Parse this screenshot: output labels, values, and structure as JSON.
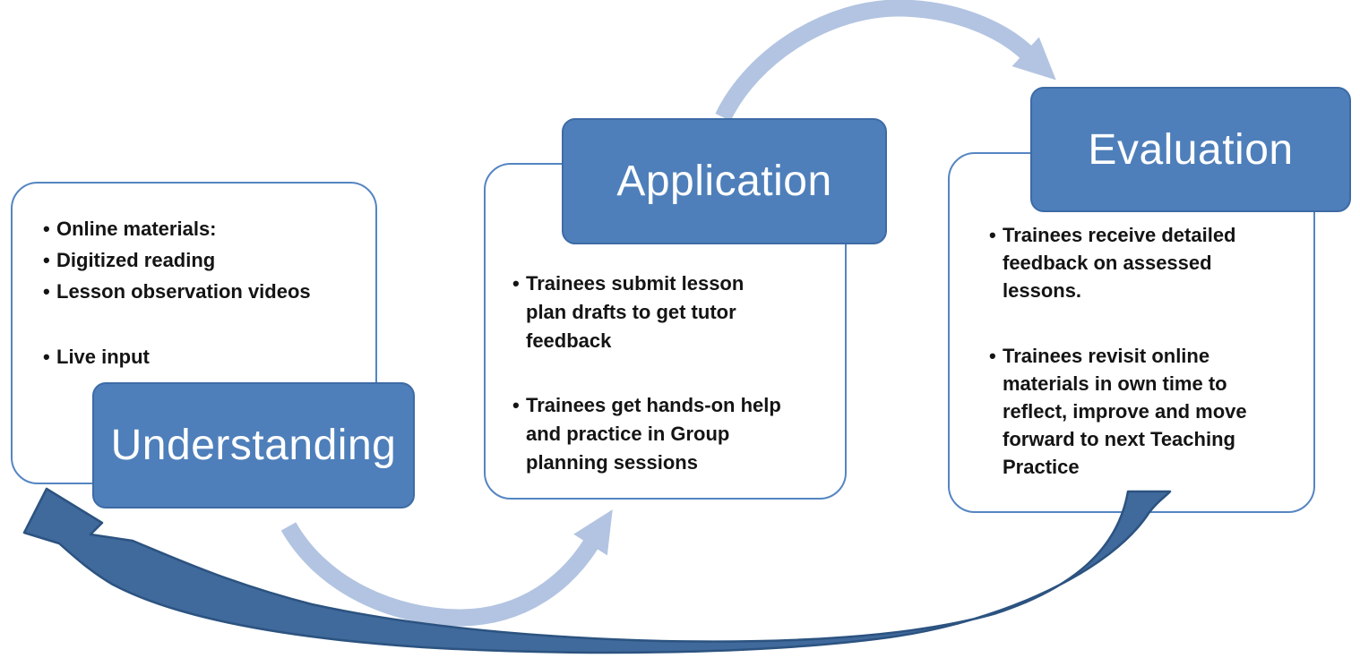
{
  "bullet_char": "•",
  "boxes": [
    {
      "id": "understanding",
      "label": "Understanding",
      "bullets": [
        "Online materials:",
        "Digitized reading",
        "Lesson observation videos",
        "Live input"
      ]
    },
    {
      "id": "application",
      "label": "Application",
      "bullets": [
        "Trainees submit lesson\nplan drafts to get tutor\nfeedback",
        "Trainees get hands-on help\nand practice in Group\nplanning sessions"
      ]
    },
    {
      "id": "evaluation",
      "label": "Evaluation",
      "bullets": [
        "Trainees receive detailed\nfeedback on assessed\nlessons.",
        "Trainees revisit online\nmaterials in own time to\nreflect, improve and move\nforward to next Teaching\nPractice"
      ]
    }
  ],
  "arrows": [
    {
      "from": "Understanding",
      "to": "Application",
      "style": "light"
    },
    {
      "from": "Application",
      "to": "Evaluation",
      "style": "light"
    },
    {
      "from": "Evaluation",
      "to": "Understanding",
      "style": "dark"
    }
  ],
  "colors": {
    "box_fill": "#4e7fba",
    "box_border": "#3d6ba5",
    "panel_border": "#5585c2",
    "light_arrow": "#b2c4e1",
    "dark_arrow_fill": "#40699c",
    "dark_arrow_stroke": "#2c5380",
    "bullet_text": "#141414",
    "title_text": "#ffffff",
    "background": "#ffffff"
  }
}
